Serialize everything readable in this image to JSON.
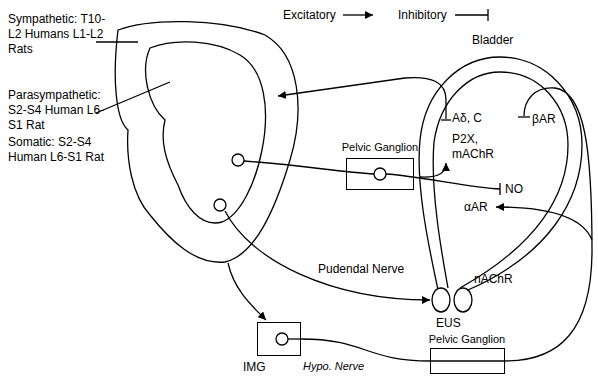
{
  "diagram": {
    "nodes": [
      {
        "text": [
          "Pelvic Ganglion"
        ]
      },
      {
        "text": [
          "IMG"
        ]
      },
      {
        "text": [
          "Pelvic Ganglion"
        ]
      }
    ],
    "edges": [
      {
        "from": 1,
        "to": 2,
        "arrow": "none",
        "label": "Hypo. Nerve"
      }
    ],
    "labels": [
      "Sympathetic: T10-L2 Humans L1-L2 Rats",
      "Parasympathetic: S2-S4 Human L6-S1 Rat",
      "Somatic: S2-S4 Human L6-S1 Rat",
      "Bladder",
      "Aδ, C",
      "P2X, mAChR",
      "βAR",
      "NO",
      "αAR",
      "nAChR",
      "EUS",
      "Pudendal Nerve"
    ],
    "legend": [
      {
        "text": "Excitatory"
      },
      {
        "text": "Inhibitory"
      }
    ]
  }
}
